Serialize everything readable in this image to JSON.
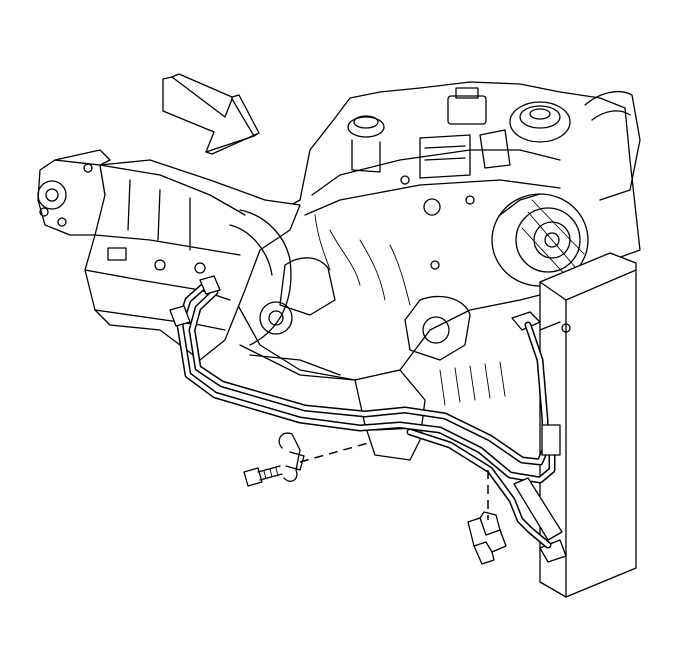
{
  "diagram": {
    "parts": [
      "direction-arrow",
      "transmission",
      "engine",
      "alternator",
      "radiator",
      "cooler-lines",
      "line-clip",
      "bracket-bolt",
      "line-retainer"
    ],
    "colors": {
      "line": "#000000",
      "background": "#ffffff"
    }
  }
}
